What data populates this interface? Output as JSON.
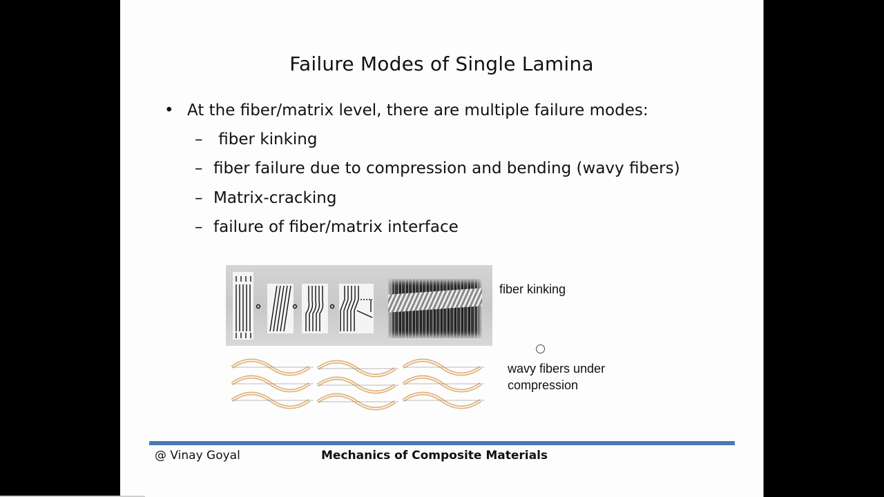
{
  "slide": {
    "title": "Failure Modes of Single Lamina",
    "bullets": [
      {
        "marker": "•",
        "text": "At the fiber/matrix level, there are multiple failure modes:",
        "sub_items": [
          {
            "marker": "–",
            "text": " fiber kinking"
          },
          {
            "marker": "–",
            "text": "fiber failure due to compression and bending (wavy fibers)"
          },
          {
            "marker": "–",
            "text": "Matrix-cracking"
          },
          {
            "marker": "–",
            "text": "failure of fiber/matrix interface"
          }
        ]
      }
    ],
    "figures": [
      {
        "name": "fiber-kinking-diagram",
        "caption": "fiber kinking"
      },
      {
        "name": "wavy-fibers-diagram",
        "caption_line1": "wavy fibers under",
        "caption_line2": "compression"
      }
    ],
    "footer": {
      "author": "@ Vinay Goyal",
      "course": "Mechanics of Composite Materials",
      "rule_color": "#4a7ab5"
    }
  },
  "colors": {
    "background": "#000000",
    "slide_background": "#fdfdfd",
    "wave_color": "#e0b27a"
  }
}
